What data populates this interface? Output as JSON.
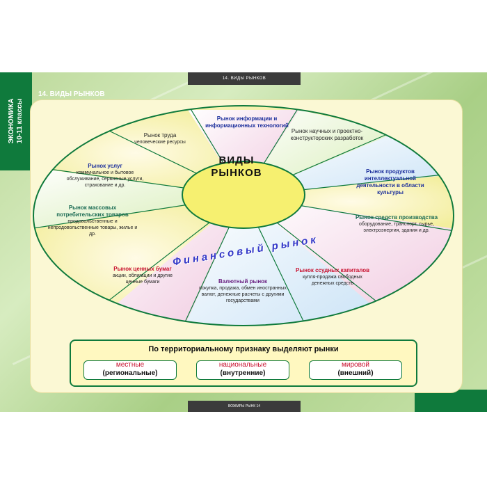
{
  "sidebar": {
    "line1": "ЭКОНОМИКА",
    "line2": "10-11 классы"
  },
  "header": {
    "topbar": "14. ВИДЫ РЫНКОВ",
    "section_title": "14. ВИДЫ РЫНКОВ"
  },
  "footer": {
    "bottombar": "ВОЖМРЫ РЫНК 14"
  },
  "diagram": {
    "center": {
      "line1": "ВИДЫ",
      "line2": "РЫНКОВ"
    },
    "financial_label": "Финансовый рынок",
    "sectors": [
      {
        "title": "Рынок информации и информационных технологий",
        "desc": ""
      },
      {
        "title": "Рынок научных и проектно-конструкторских разработок",
        "desc": ""
      },
      {
        "title": "Рынок продуктов интеллектуальной деятельности в области культуры",
        "desc": ""
      },
      {
        "title": "Рынок средств производства",
        "desc": "оборудование, транспорт, сырье, электроэнергия, здания и др."
      },
      {
        "title": "Рынок ссудных капиталов",
        "desc": "купля-продажа свободных денежных средств"
      },
      {
        "title": "Валютный рынок",
        "desc": "покупка, продажа, обмен иностранных валют, денежные расчеты с другими государствами"
      },
      {
        "title": "Рынок ценных бумаг",
        "desc": "акции, облигации и другие ценные бумаги"
      },
      {
        "title": "Рынок массовых потребительских товаров",
        "desc": "продовольственные и непродовольственные товары, жилье и др."
      },
      {
        "title": "Рынок услуг",
        "desc": "коммунальное и бытовое обслуживание, сервисные услуги, страхование и др."
      },
      {
        "title": "Рынок труда",
        "desc": "человеческие ресурсы"
      }
    ]
  },
  "territorial": {
    "title": "По территориальному признаку выделяют рынки",
    "items": [
      {
        "name": "местные",
        "alt": "(региональные)"
      },
      {
        "name": "национальные",
        "alt": "(внутренние)"
      },
      {
        "name": "мировой",
        "alt": "(внешний)"
      }
    ]
  },
  "colors": {
    "green": "#0f7a3c",
    "blue": "#1c2f9c",
    "red": "#c8102e",
    "purple": "#6a1f80",
    "teal": "#1b6b54"
  }
}
